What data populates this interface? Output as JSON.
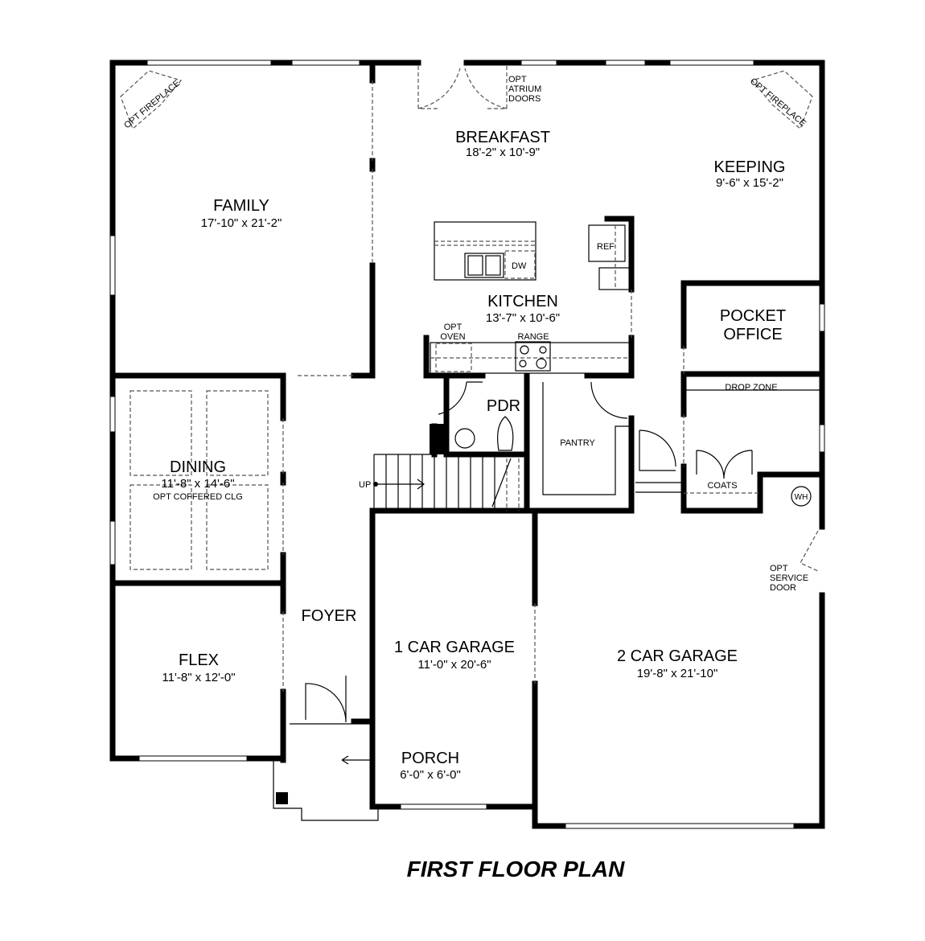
{
  "title": "FIRST FLOOR PLAN",
  "rooms": {
    "family": {
      "name": "FAMILY",
      "dims": "17'-10\" x 21'-2\""
    },
    "breakfast": {
      "name": "BREAKFAST",
      "dims": "18'-2\" x 10'-9\""
    },
    "keeping": {
      "name": "KEEPING",
      "dims": "9'-6\" x 15'-2\""
    },
    "kitchen": {
      "name": "KITCHEN",
      "dims": "13'-7\" x 10'-6\""
    },
    "pocket_office": {
      "line1": "POCKET",
      "line2": "OFFICE"
    },
    "dining": {
      "name": "DINING",
      "dims": "11'-8\" x 14'-6\"",
      "note": "OPT COFFERED CLG"
    },
    "flex": {
      "name": "FLEX",
      "dims": "11'-8\" x 12'-0\""
    },
    "foyer": {
      "name": "FOYER"
    },
    "garage1": {
      "name": "1 CAR GARAGE",
      "dims": "11'-0\" x 20'-6\""
    },
    "garage2": {
      "name": "2 CAR GARAGE",
      "dims": "19'-8\" x 21'-10\""
    },
    "porch": {
      "name": "PORCH",
      "dims": "6'-0\" x 6'-0\""
    },
    "pdr": {
      "name": "PDR"
    },
    "pantry": {
      "name": "PANTRY"
    },
    "drop_zone": {
      "name": "DROP ZONE"
    },
    "coats": {
      "name": "COATS"
    }
  },
  "labels": {
    "opt_fireplace": "OPT FIREPLACE",
    "atrium": [
      "OPT",
      "ATRIUM",
      "DOORS"
    ],
    "ref": "REF",
    "dw": "DW",
    "opt_oven": [
      "OPT",
      "OVEN"
    ],
    "range": "RANGE",
    "up": "UP",
    "wh": "WH",
    "service_door": [
      "OPT",
      "SERVICE",
      "DOOR"
    ]
  }
}
